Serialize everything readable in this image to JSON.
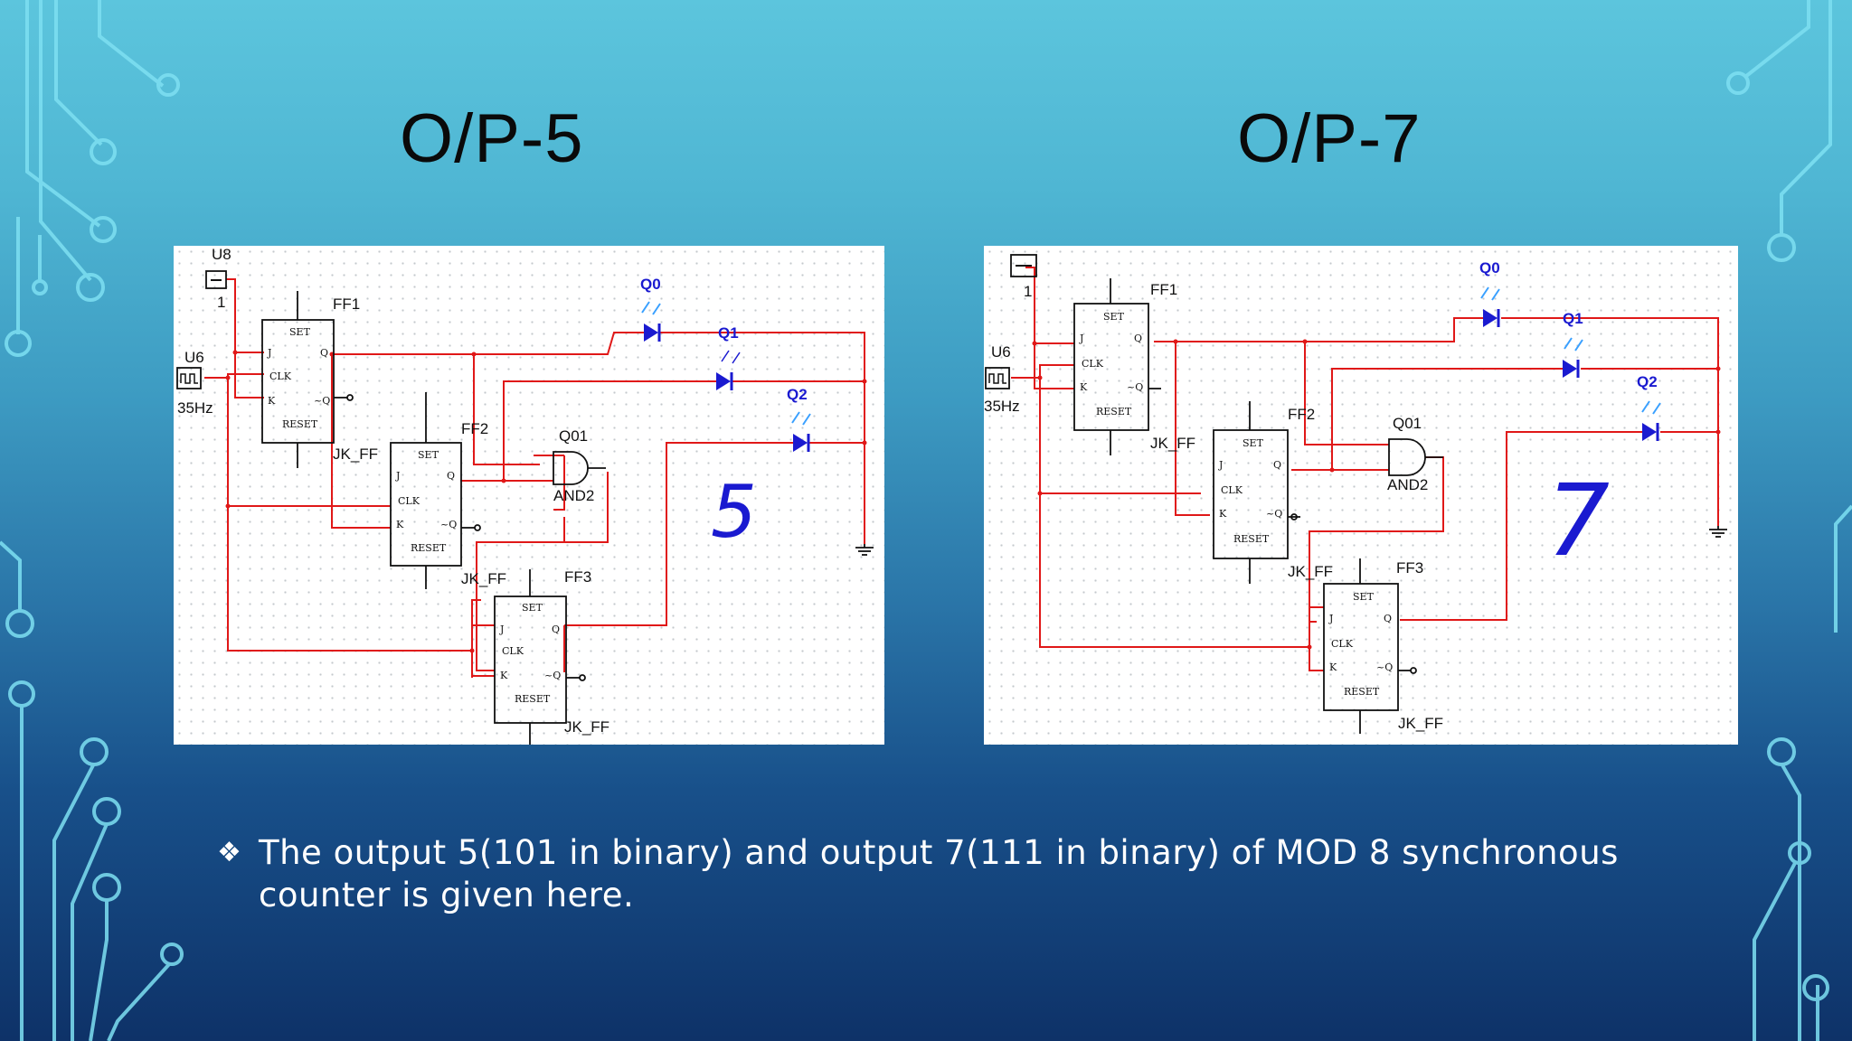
{
  "slide": {
    "title_left": "O/P-5",
    "title_right": "O/P-7",
    "bullet_glyph": "❖",
    "bullet_text": "The output 5(101 in binary) and output 7(111 in binary) of MOD 8 synchronous counter is given here."
  },
  "circuit_left": {
    "source_const": "U8",
    "const_value": "1",
    "source_clock": "U6",
    "clock_freq": "35Hz",
    "ff1": "FF1",
    "ff2": "FF2",
    "ff3": "FF3",
    "ff_type": "JK_FF",
    "gate_name": "Q01",
    "gate_type": "AND2",
    "led_q0": "Q0",
    "led_q1": "Q1",
    "led_q2": "Q2",
    "pin_set": "SET",
    "pin_reset": "RESET",
    "pin_j": "J",
    "pin_k": "K",
    "pin_clk": "CLK",
    "pin_q": "Q",
    "pin_qn": "~Q",
    "handwritten": "5"
  },
  "circuit_right": {
    "const_value": "1",
    "source_clock": "U6",
    "clock_freq": "35Hz",
    "ff1": "FF1",
    "ff2": "FF2",
    "ff3": "FF3",
    "ff_type": "JK_FF",
    "gate_name": "Q01",
    "gate_type": "AND2",
    "led_q0": "Q0",
    "led_q1": "Q1",
    "led_q2": "Q2",
    "pin_set": "SET",
    "pin_reset": "RESET",
    "pin_j": "J",
    "pin_k": "K",
    "pin_clk": "CLK",
    "pin_q": "Q",
    "pin_qn": "~Q",
    "handwritten": "7"
  },
  "colors": {
    "wire": "#e01818",
    "led": "#1a1ad0",
    "led_light": "#3aa0ff",
    "deco_line": "#7ee0f2"
  },
  "icons": [
    "const-source-icon",
    "clock-source-icon",
    "led-icon",
    "and-gate-icon",
    "ground-icon",
    "circuit-decoration-icon"
  ]
}
